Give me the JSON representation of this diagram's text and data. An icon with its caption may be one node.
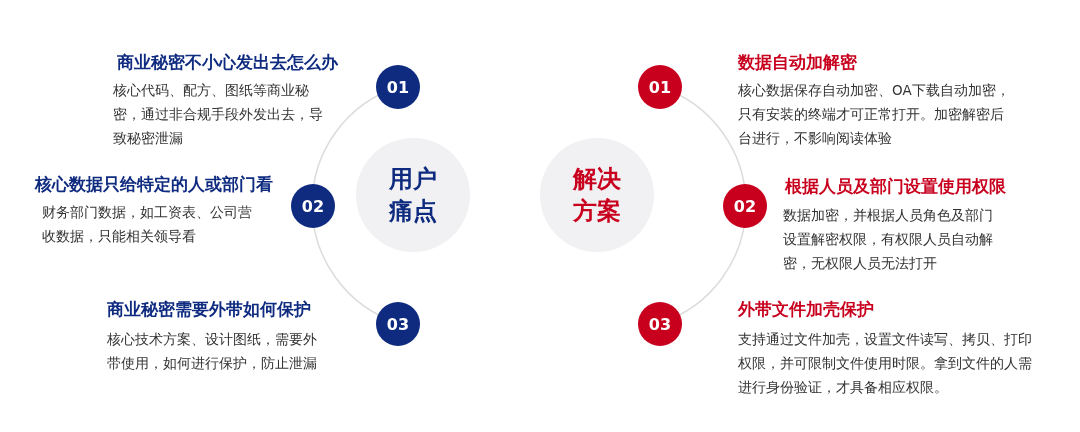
{
  "diagram": {
    "nodes": [
      {
        "text": [
          "用户痛点"
        ]
      },
      {
        "text": [
          "01"
        ],
        "beside": [
          "商业秘密不小心发出去怎么办",
          "核心代码、配方、图纸等商业秘密，通过非合规手段外发出去，导致秘密泄漏"
        ]
      },
      {
        "text": [
          "02"
        ],
        "beside": [
          "核心数据只给特定的人或部门看",
          "财务部门数据，如工资表、公司营收数据，只能相关领导看"
        ]
      },
      {
        "text": [
          "03"
        ],
        "beside": [
          "商业秘密需要外带如何保护",
          "核心技术方案、设计图纸，需要外带使用，如何进行保护，防止泄漏"
        ]
      },
      {
        "text": [
          "解决方案"
        ]
      },
      {
        "text": [
          "01"
        ],
        "beside": [
          "数据自动加解密",
          "核心数据保存自动加密、OA下载自动加密，只有安装的终端才可正常打开。加密解密后台进行，不影响阅读体验"
        ]
      },
      {
        "text": [
          "02"
        ],
        "beside": [
          "根据人员及部门设置使用权限",
          "数据加密，并根据人员角色及部门设置解密权限，有权限人员自动解密，无权限人员无法打开"
        ]
      },
      {
        "text": [
          "03"
        ],
        "beside": [
          "外带文件加壳保护",
          "支持通过文件加壳，设置文件读写、拷贝、打印权限，并可限制文件使用时限。拿到文件的人需进行身份验证，才具备相应权限。"
        ]
      }
    ],
    "edges": []
  }
}
